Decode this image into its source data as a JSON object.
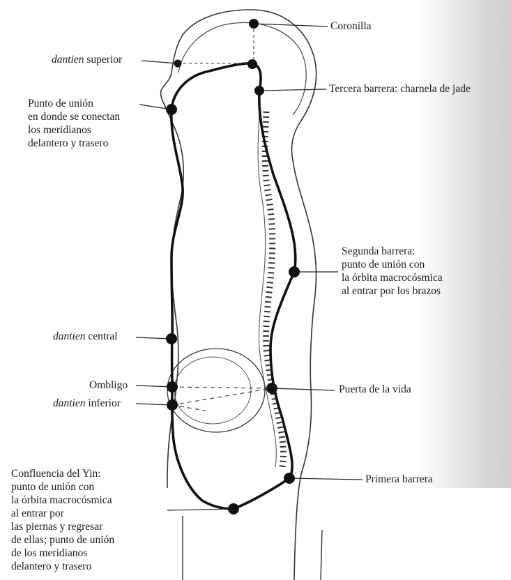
{
  "labels": {
    "coronilla": "Coronilla",
    "dantien_superior_word": "dantien",
    "dantien_superior_rest": "superior",
    "tercera_barrera": "Tercera barrera: charnela de jade",
    "punto_union_lines": [
      "Punto de unión",
      "en donde se conectan",
      "los meridianos",
      "delantero y trasero"
    ],
    "segunda_barrera_lines": [
      "Segunda barrera:",
      "punto de unión con",
      "la órbita macrocósmica",
      "al entrar por los brazos"
    ],
    "dantien_central_word": "dantien",
    "dantien_central_rest": "central",
    "ombligo": "Ombligo",
    "dantien_inferior_word": "dantien",
    "dantien_inferior_rest": "inferior",
    "puerta_vida": "Puerta de la vida",
    "primera_barrera": "Primera barrera",
    "confluencia_lines": [
      "Confluencia del Yin:",
      "punto de unión con",
      "la órbita macrocósmica",
      "al entrar por",
      "las piernas y regresar",
      "de ellas; punto de unión",
      "de los meridianos",
      "delantero y trasero"
    ]
  }
}
